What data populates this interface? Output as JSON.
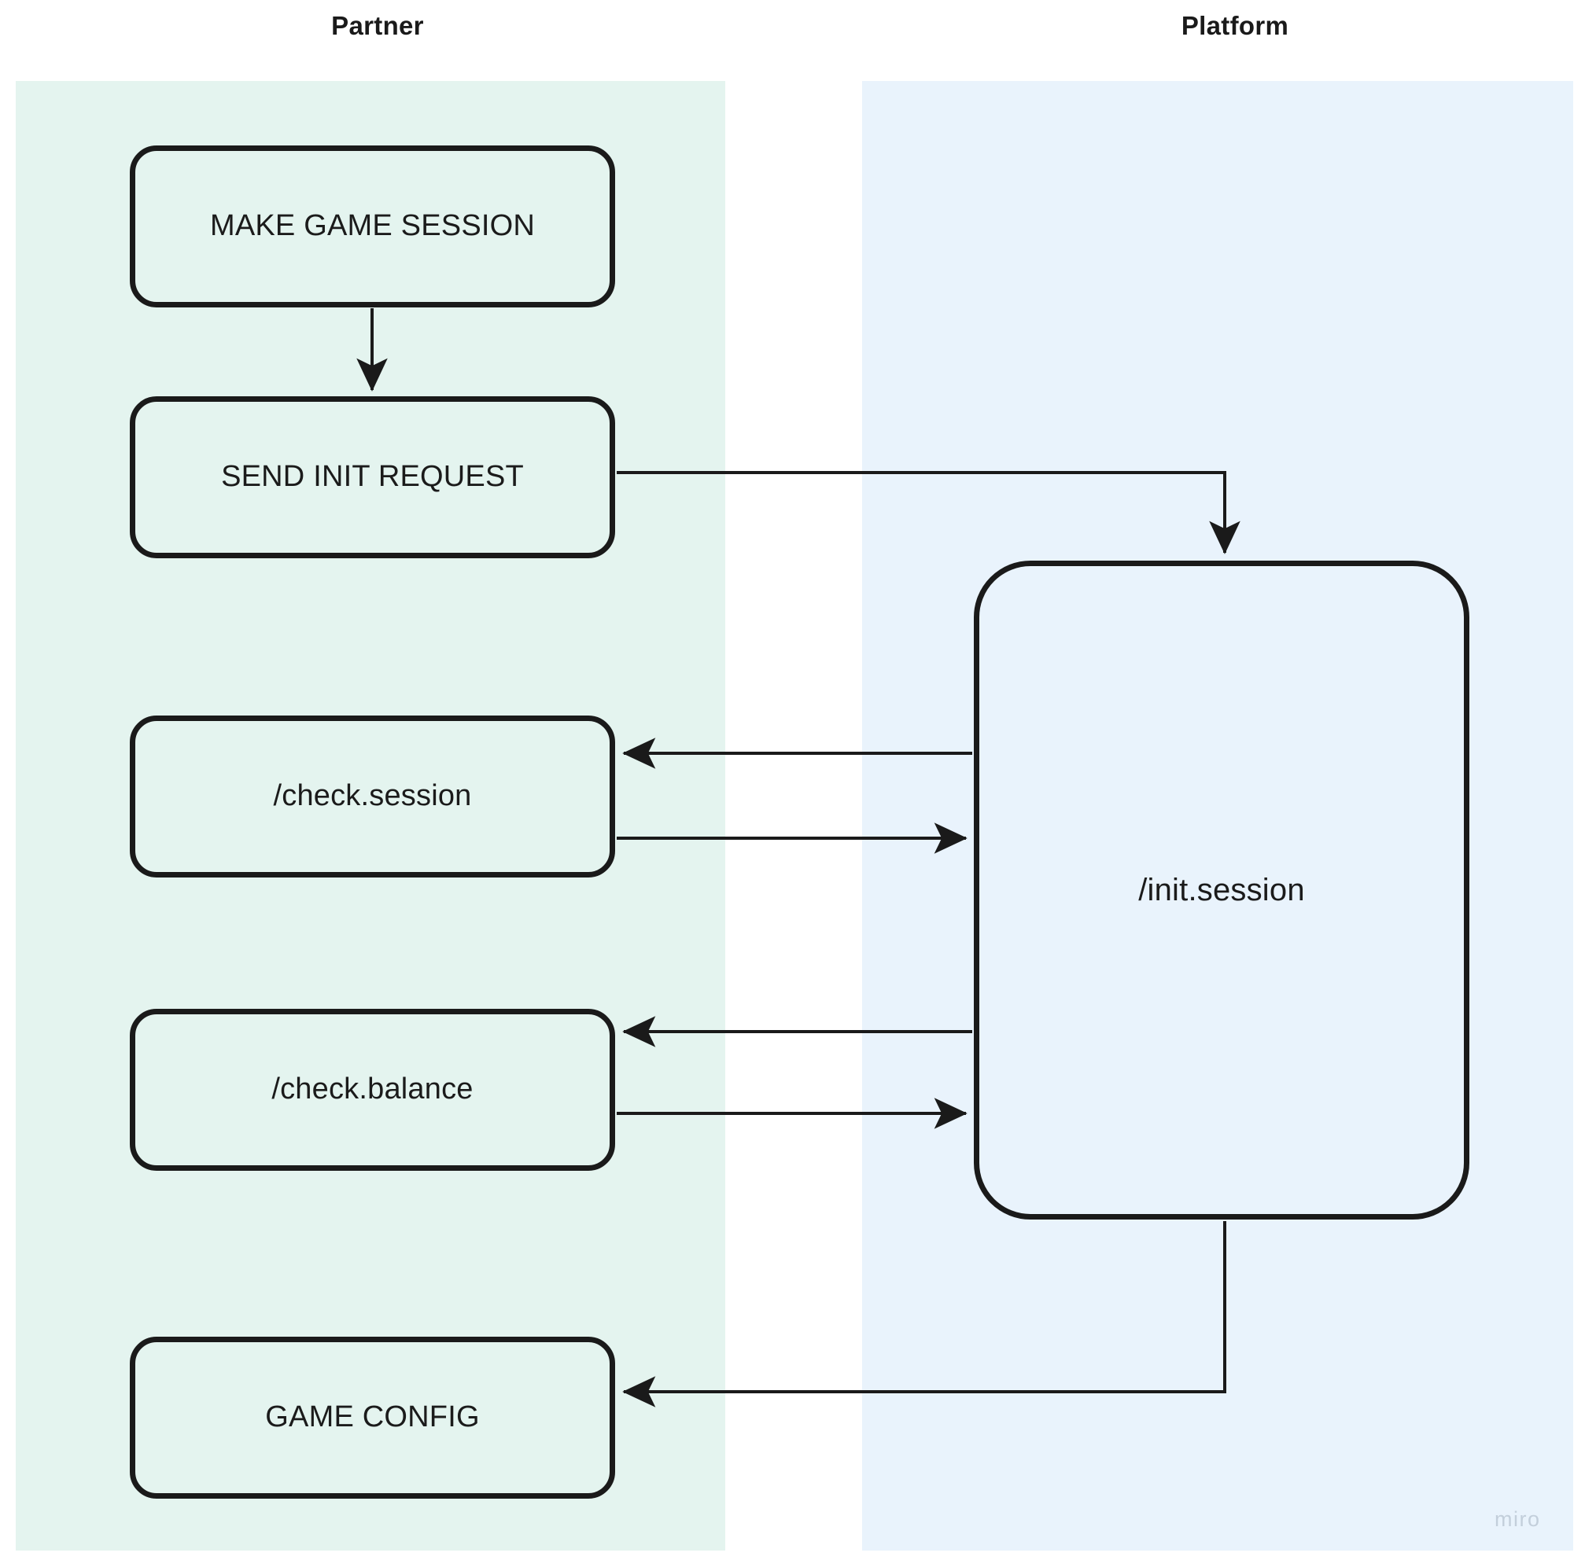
{
  "diagram": {
    "title_partner": "Partner",
    "title_platform": "Platform",
    "lanes": [
      {
        "key": "partner",
        "label": "Partner",
        "color": "#e4f4ef"
      },
      {
        "key": "platform",
        "label": "Platform",
        "color": "#e9f3fc"
      }
    ],
    "nodes": [
      {
        "id": "make-game-session",
        "label": "MAKE GAME SESSION",
        "lane": "partner"
      },
      {
        "id": "send-init-request",
        "label": "SEND INIT REQUEST",
        "lane": "partner"
      },
      {
        "id": "check-session",
        "label": "/check.session",
        "lane": "partner"
      },
      {
        "id": "check-balance",
        "label": "/check.balance",
        "lane": "partner"
      },
      {
        "id": "game-config",
        "label": "GAME CONFIG",
        "lane": "partner"
      },
      {
        "id": "init-session",
        "label": "/init.session",
        "lane": "platform"
      }
    ],
    "edges": [
      {
        "from": "make-game-session",
        "to": "send-init-request",
        "label": "",
        "direction": "down"
      },
      {
        "from": "send-init-request",
        "to": "init-session",
        "label": "",
        "direction": "right"
      },
      {
        "from": "init-session",
        "to": "check-session",
        "label": "",
        "direction": "left"
      },
      {
        "from": "check-session",
        "to": "init-session",
        "label": "",
        "direction": "right"
      },
      {
        "from": "init-session",
        "to": "check-balance",
        "label": "",
        "direction": "left"
      },
      {
        "from": "check-balance",
        "to": "init-session",
        "label": "",
        "direction": "right"
      },
      {
        "from": "init-session",
        "to": "game-config",
        "label": "",
        "direction": "left"
      }
    ],
    "stroke_color": "#1a1a1a",
    "text_color": "#1b1b1b",
    "background": "#ffffff"
  },
  "watermark": {
    "label": "miro"
  }
}
